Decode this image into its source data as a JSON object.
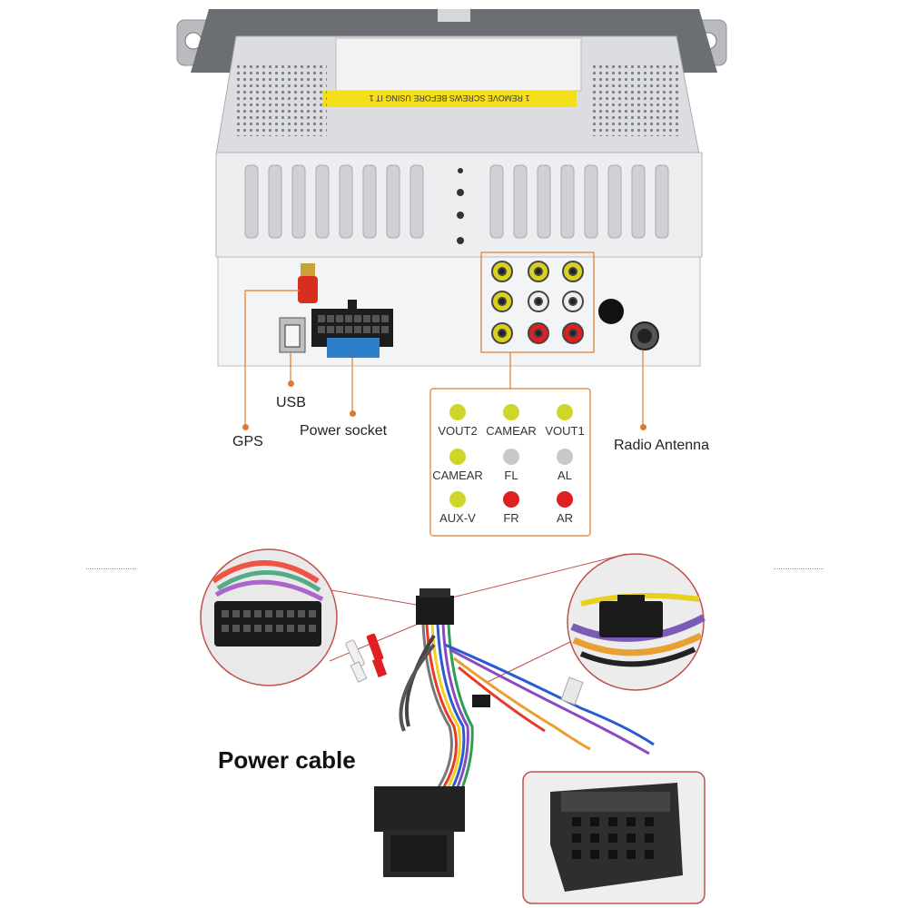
{
  "device": {
    "sticker_text": "1 REMOVE SCREWS BEFORE USING IT 1",
    "labels": {
      "gps": "GPS",
      "usb": "USB",
      "power_socket": "Power socket",
      "radio_antenna": "Radio Antenna"
    }
  },
  "rca_legend": {
    "items": [
      {
        "label": "VOUT2",
        "color": "#cfd62a"
      },
      {
        "label": "CAMEAR",
        "color": "#cfd62a"
      },
      {
        "label": "VOUT1",
        "color": "#cfd62a"
      },
      {
        "label": "CAMEAR",
        "color": "#cfd62a"
      },
      {
        "label": "FL",
        "color": "#c8c8c8"
      },
      {
        "label": "AL",
        "color": "#c8c8c8"
      },
      {
        "label": "AUX-V",
        "color": "#cfd62a"
      },
      {
        "label": "FR",
        "color": "#e02020"
      },
      {
        "label": "AR",
        "color": "#e02020"
      }
    ]
  },
  "cable": {
    "title": "Power cable"
  },
  "colors": {
    "accent_orange": "#e07a2a",
    "callout_red": "#c0504d"
  }
}
